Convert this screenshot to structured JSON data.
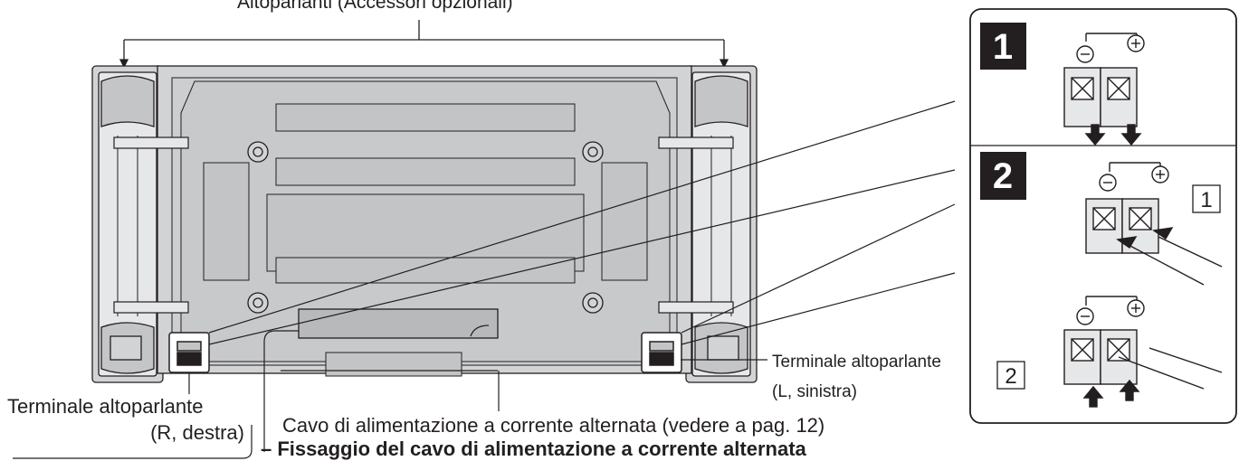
{
  "labels": {
    "speakers_top": "Altoparlanti (Accessori opzionali)",
    "terminal_right_line1": "Terminale altoparlante",
    "terminal_right_line2": "(R, destra)",
    "terminal_left_line1": "Terminale altoparlante",
    "terminal_left_line2": "(L, sinistra)",
    "ac_cable": "Cavo di alimentazione a corrente alternata (vedere a pag. 12)",
    "ac_cable_fix": "– Fissaggio del cavo di alimentazione a corrente alternata"
  },
  "steps": [
    {
      "number": "1"
    },
    {
      "number": "2",
      "sub_labels": [
        "1",
        "2"
      ]
    }
  ],
  "colors": {
    "badge": "#231f20",
    "panel": "#d2d3d5",
    "outline": "#231f20"
  }
}
